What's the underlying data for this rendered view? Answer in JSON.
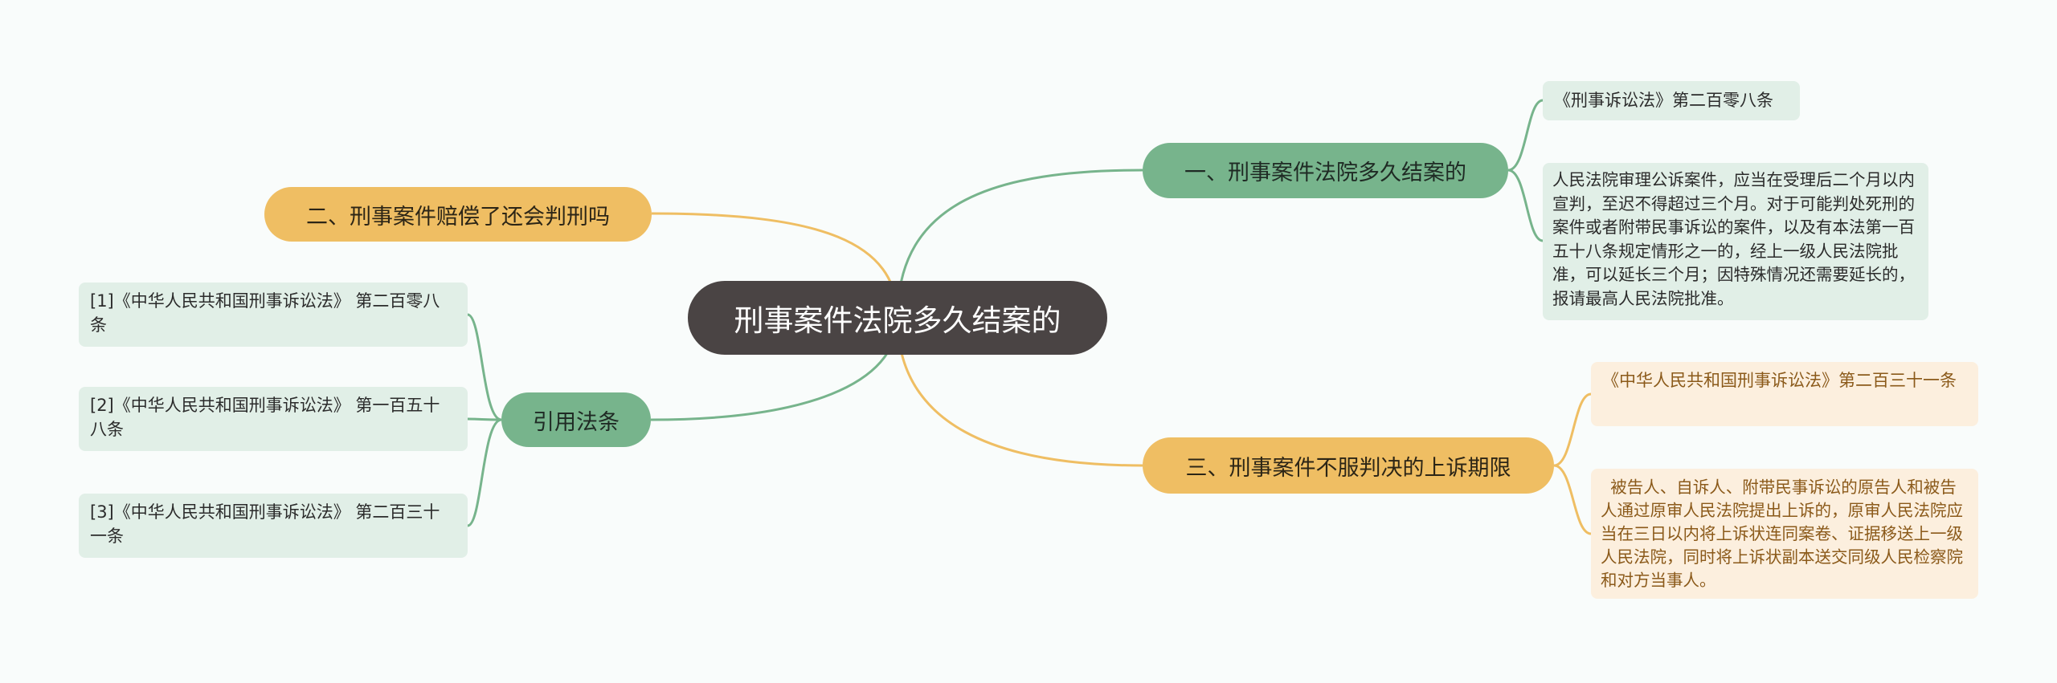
{
  "center": {
    "label": "刑事案件法院多久结案的"
  },
  "branches": [
    {
      "label": "一、刑事案件法院多久结案的",
      "color": "#77b48c",
      "children": [
        "《刑事诉讼法》第二百零八条",
        "人民法院审理公诉案件，应当在受理后二个月以内宣判，至迟不得超过三个月。对于可能判处死刑的案件或者附带民事诉讼的案件，以及有本法第一百五十八条规定情形之一的，经上一级人民法院批准，可以延长三个月；因特殊情况还需要延长的，报请最高人民法院批准。"
      ]
    },
    {
      "label": "二、刑事案件赔偿了还会判刑吗",
      "color": "#efbe63",
      "children": []
    },
    {
      "label": "三、刑事案件不服判决的上诉期限",
      "color": "#efbe63",
      "children": [
        "《中华人民共和国刑事诉讼法》第二百三十一条",
        "被告人、自诉人、附带民事诉讼的原告人和被告人通过原审人民法院提出上诉的，原审人民法院应当在三日以内将上诉状连同案卷、证据移送上一级人民法院，同时将上诉状副本送交同级人民检察院和对方当事人。"
      ]
    },
    {
      "label": "引用法条",
      "color": "#77b48c",
      "children": [
        "[1]《中华人民共和国刑事诉讼法》 第二百零八条",
        "[2]《中华人民共和国刑事诉讼法》 第一百五十八条",
        "[3]《中华人民共和国刑事诉讼法》 第二百三十一条"
      ]
    }
  ]
}
